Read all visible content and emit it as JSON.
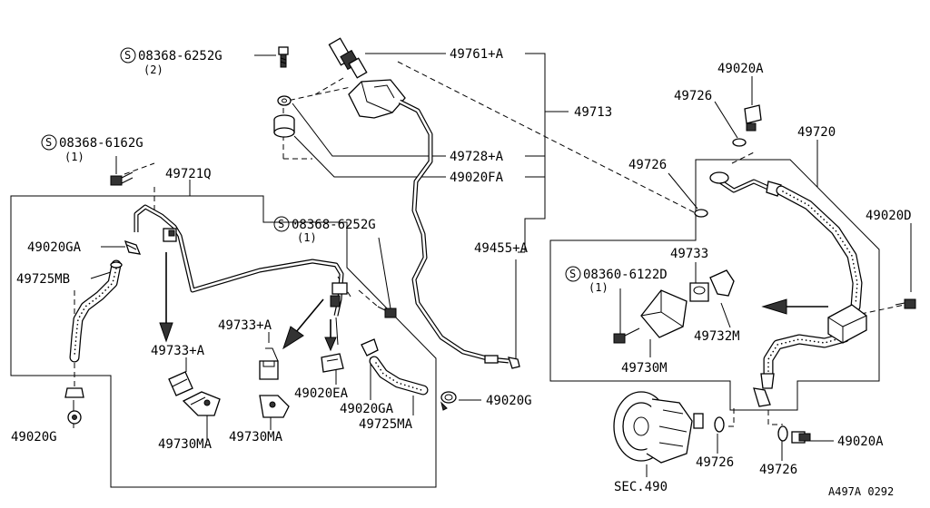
{
  "labels": {
    "screw_top": "08368-6252G",
    "screw_top_qty": "(2)",
    "screw_left": "08368-6162G",
    "screw_left_qty": "(1)",
    "screw_mid": "08368-6252G",
    "screw_mid_qty": "(1)",
    "screw_right": "08360-6122D",
    "screw_right_qty": "(1)",
    "p49761A": "49761+A",
    "p49713": "49713",
    "p49728A": "49728+A",
    "p49020FA": "49020FA",
    "p49455A": "49455+A",
    "p49721Q": "49721Q",
    "p49020GA_left": "49020GA",
    "p49725MB": "49725MB",
    "p49733A_left": "49733+A",
    "p49733A_mid": "49733+A",
    "p49730MA_left": "49730MA",
    "p49730MA_mid": "49730MA",
    "p49020G_left": "49020G",
    "p49020EA": "49020EA",
    "p49020GA_mid": "49020GA",
    "p49725MA": "49725MA",
    "p49020G_right": "49020G",
    "p49020A_top": "49020A",
    "p49726_top": "49726",
    "p49720": "49720",
    "p49726_left": "49726",
    "p49020D": "49020D",
    "p49733": "49733",
    "p49732M": "49732M",
    "p49730M": "49730M",
    "p49726_b1": "49726",
    "p49726_b2": "49726",
    "p49020A_bot": "49020A",
    "sec490": "SEC.490",
    "diagram_code": "A497A 0292"
  },
  "screw_symbol": "S"
}
